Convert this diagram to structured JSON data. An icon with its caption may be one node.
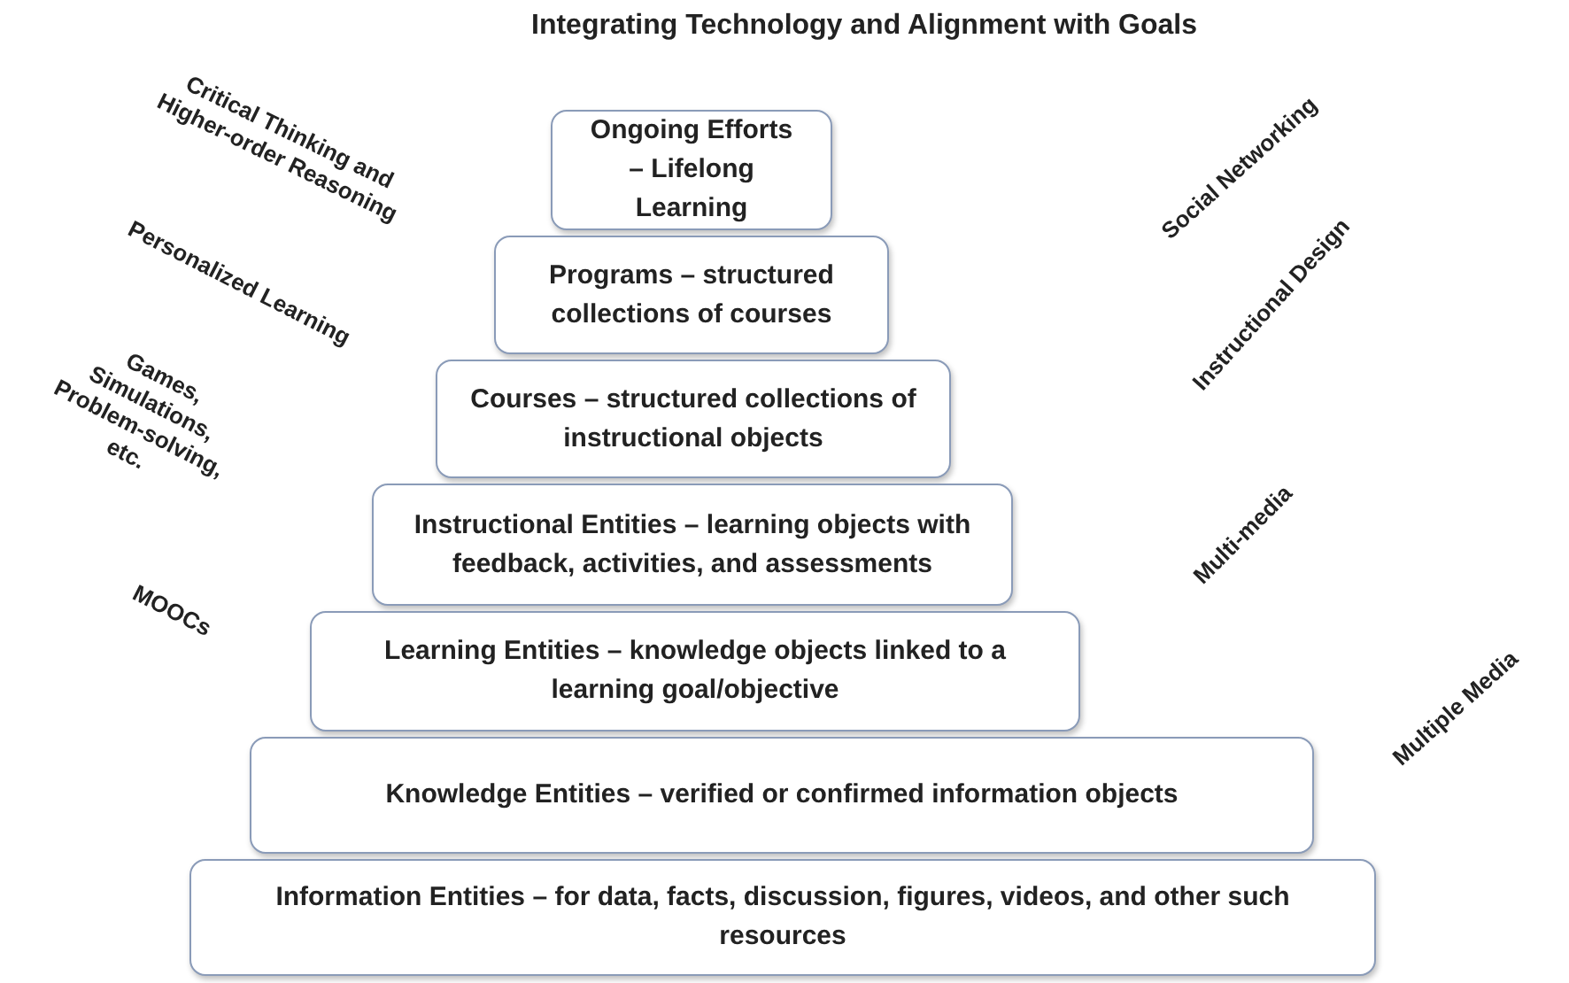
{
  "diagram": {
    "title": "Integrating Technology and Alignment with Goals",
    "nodes": [
      {
        "text": [
          "Ongoing Efforts – Lifelong Learning"
        ]
      },
      {
        "text": [
          "Programs – structured collections of courses"
        ]
      },
      {
        "text": [
          "Courses – structured collections of instructional objects"
        ]
      },
      {
        "text": [
          "Instructional Entities – learning objects with feedback, activities, and assessments"
        ]
      },
      {
        "text": [
          "Learning Entities – knowledge objects linked to a learning goal/objective"
        ]
      },
      {
        "text": [
          "Knowledge Entities – verified or confirmed information objects"
        ]
      },
      {
        "text": [
          "Information Entities – for data, facts, discussion, figures, videos, and other such resources"
        ]
      }
    ],
    "labels": [
      "Critical Thinking and Higher-order Reasoning",
      "Social Networking",
      "Personalized Learning",
      "Instructional Design",
      "Games, Simulations, Problem-solving, etc.",
      "Multi-media",
      "MOOCs",
      "Multiple Media"
    ]
  }
}
